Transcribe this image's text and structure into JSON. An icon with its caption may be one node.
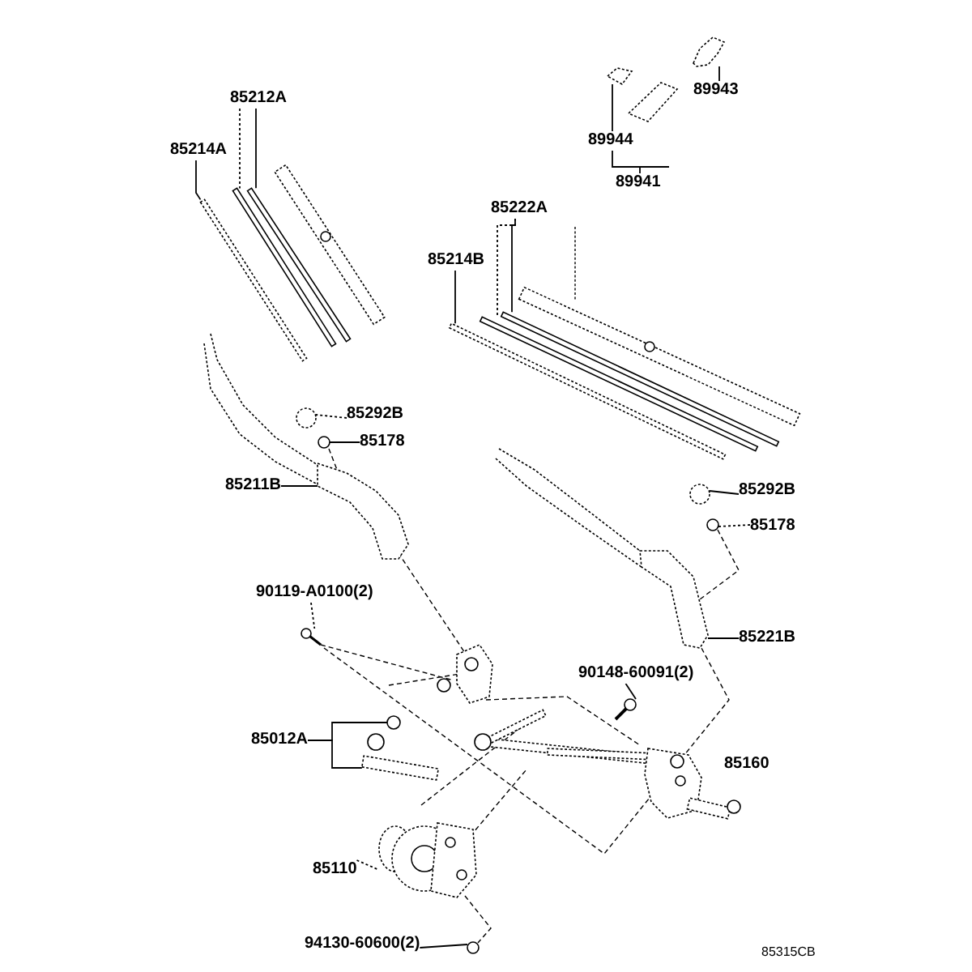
{
  "diagram": {
    "nodes": [
      {
        "text": [
          "85212A"
        ]
      },
      {
        "text": [],
        "shape": "bar"
      },
      {
        "text": [],
        "shape": "bar"
      },
      {
        "text": [
          "85214A"
        ]
      },
      {
        "text": [],
        "shape": "bar"
      },
      {
        "text": [
          "89943"
        ]
      },
      {
        "text": [],
        "shape": "picture"
      },
      {
        "text": [
          "89944"
        ]
      },
      {
        "text": [],
        "shape": "picture"
      },
      {
        "text": [
          "85222A"
        ]
      },
      {
        "text": [],
        "shape": "bar"
      },
      {
        "text": [],
        "shape": "bar"
      },
      {
        "text": [
          "85214B"
        ]
      },
      {
        "text": [],
        "shape": "bar"
      },
      {
        "text": [
          "85292B"
        ]
      },
      {
        "text": [],
        "shape": "circle"
      },
      {
        "text": [
          "85178"
        ]
      },
      {
        "text": [],
        "shape": "circle"
      },
      {
        "text": [
          "85211B"
        ]
      },
      {
        "text": [],
        "shape": "picture"
      },
      {
        "text": [
          "90119-A0100(2)"
        ]
      },
      {
        "text": [],
        "shape": "picture"
      },
      {
        "text": [
          "85292B"
        ]
      },
      {
        "text": [],
        "shape": "circle"
      },
      {
        "text": [
          "85178"
        ]
      },
      {
        "text": [],
        "shape": "circle"
      },
      {
        "text": [
          "85221B"
        ]
      },
      {
        "text": [],
        "shape": "picture"
      },
      {
        "text": [
          "90148-60091(2)"
        ]
      },
      {
        "text": [],
        "shape": "picture"
      },
      {
        "text": [
          "85012A"
        ]
      },
      {
        "text": [],
        "shape": "circle"
      },
      {
        "text": [],
        "shape": "bar"
      },
      {
        "text": [
          "85110"
        ]
      },
      {
        "text": [],
        "shape": "picture"
      },
      {
        "text": [
          "94130-60600(2)"
        ]
      },
      {
        "text": [],
        "shape": "circle"
      },
      {
        "text": [
          "89941"
        ]
      },
      {
        "text": [
          "85160"
        ]
      }
    ],
    "edges": [
      {
        "from": 0,
        "to": 1,
        "arrow": "none",
        "style": "dashed"
      },
      {
        "from": 0,
        "to": 2,
        "arrow": "none"
      },
      {
        "from": 3,
        "to": 4,
        "arrow": "none"
      },
      {
        "from": 5,
        "to": 6,
        "arrow": "none"
      },
      {
        "from": 7,
        "to": 8,
        "arrow": "none"
      },
      {
        "from": 9,
        "to": 10,
        "arrow": "none",
        "style": "dashed"
      },
      {
        "from": 9,
        "to": 11,
        "arrow": "none"
      },
      {
        "from": 12,
        "to": 13,
        "arrow": "none"
      },
      {
        "from": 14,
        "to": 15,
        "arrow": "none",
        "style": "dashed"
      },
      {
        "from": 16,
        "to": 17,
        "arrow": "none"
      },
      {
        "from": 18,
        "to": 19,
        "arrow": "none"
      },
      {
        "from": 20,
        "to": 21,
        "arrow": "none",
        "style": "dashed"
      },
      {
        "from": 22,
        "to": 23,
        "arrow": "none"
      },
      {
        "from": 24,
        "to": 25,
        "arrow": "none",
        "style": "dashed"
      },
      {
        "from": 26,
        "to": 27,
        "arrow": "none"
      },
      {
        "from": 28,
        "to": 29,
        "arrow": "none"
      },
      {
        "from": 30,
        "to": 31,
        "arrow": "none"
      },
      {
        "from": 30,
        "to": 32,
        "arrow": "none"
      },
      {
        "from": 33,
        "to": 34,
        "arrow": "none",
        "style": "dashed"
      },
      {
        "from": 35,
        "to": 36,
        "arrow": "none"
      },
      {
        "from": 37,
        "to": 7,
        "arrow": "none"
      }
    ],
    "labels": [
      "85315CB"
    ]
  }
}
